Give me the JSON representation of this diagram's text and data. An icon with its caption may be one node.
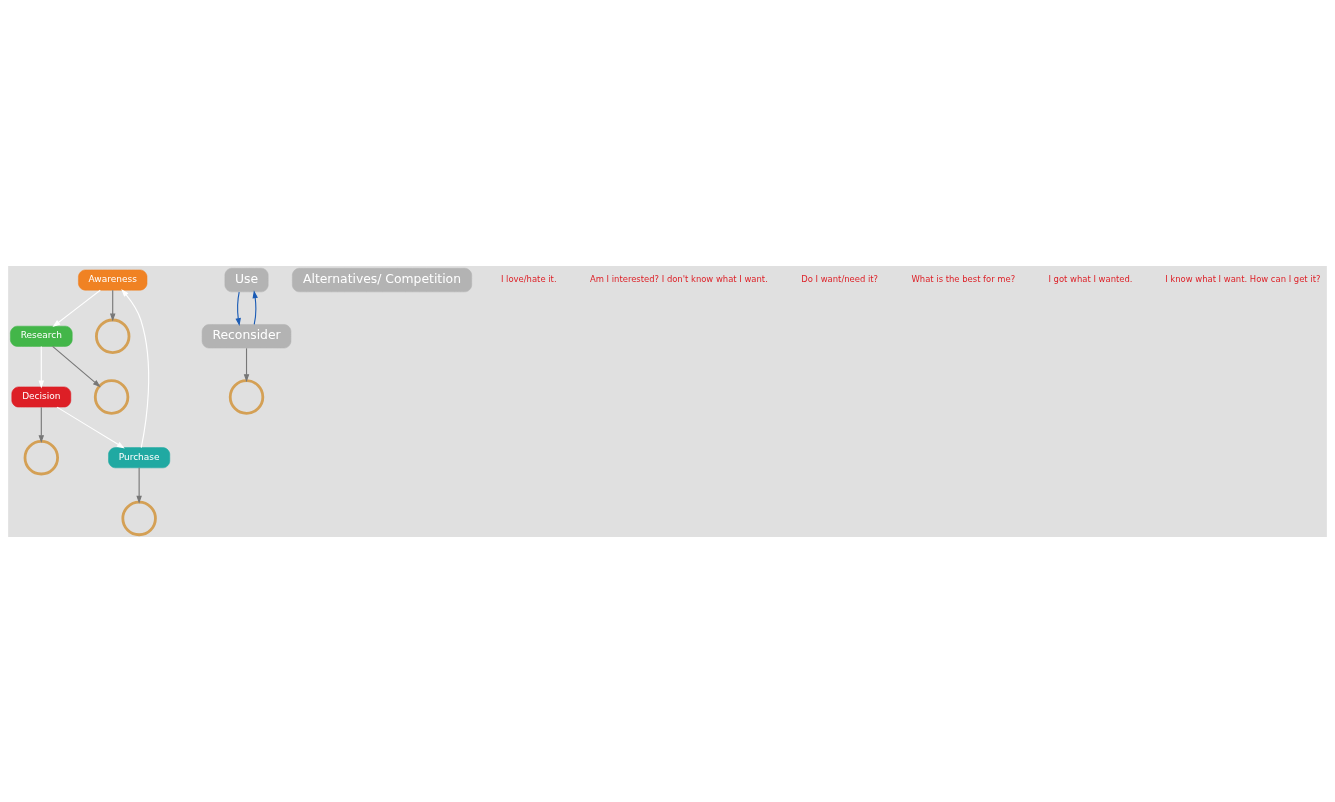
{
  "diagram": {
    "nodes": [
      {
        "text": [
          "Awareness"
        ]
      },
      {
        "text": [
          "Research"
        ]
      },
      {
        "text": [
          "Decision"
        ]
      },
      {
        "text": [
          "Purchase"
        ]
      },
      {
        "text": [
          "Use"
        ]
      },
      {
        "text": [
          "Reconsider"
        ]
      },
      {
        "text": [
          "Alternatives/ Competition"
        ]
      },
      {
        "text": [],
        "shape": "circle"
      },
      {
        "text": [],
        "shape": "circle"
      },
      {
        "text": [],
        "shape": "circle"
      },
      {
        "text": [],
        "shape": "circle"
      },
      {
        "text": [],
        "shape": "circle"
      }
    ],
    "edges": [
      {
        "from": 0,
        "to": 1,
        "arrow": "to",
        "color": "#ffffff"
      },
      {
        "from": 1,
        "to": 2,
        "arrow": "to",
        "color": "#ffffff"
      },
      {
        "from": 2,
        "to": 3,
        "arrow": "to",
        "color": "#ffffff"
      },
      {
        "from": 3,
        "to": 0,
        "arrow": "to",
        "color": "#ffffff"
      },
      {
        "from": 0,
        "to": 10,
        "arrow": "to"
      },
      {
        "from": 1,
        "to": 11,
        "arrow": "to"
      },
      {
        "from": 2,
        "to": 9,
        "arrow": "to"
      },
      {
        "from": 3,
        "to": 8,
        "arrow": "to"
      },
      {
        "from": 5,
        "to": 7,
        "arrow": "to"
      },
      {
        "from": 5,
        "to": 4,
        "arrow": "to",
        "color": "#1a5bb5"
      },
      {
        "from": 4,
        "to": 5,
        "arrow": "to",
        "color": "#1a5bb5"
      }
    ],
    "labels": [
      "I love/hate it.",
      "Am I interested? I don't know what I want.",
      "Do I want/need it?",
      "What is the best for me?",
      "I got what I wanted.",
      "I know what I want. How can I get it?"
    ]
  }
}
